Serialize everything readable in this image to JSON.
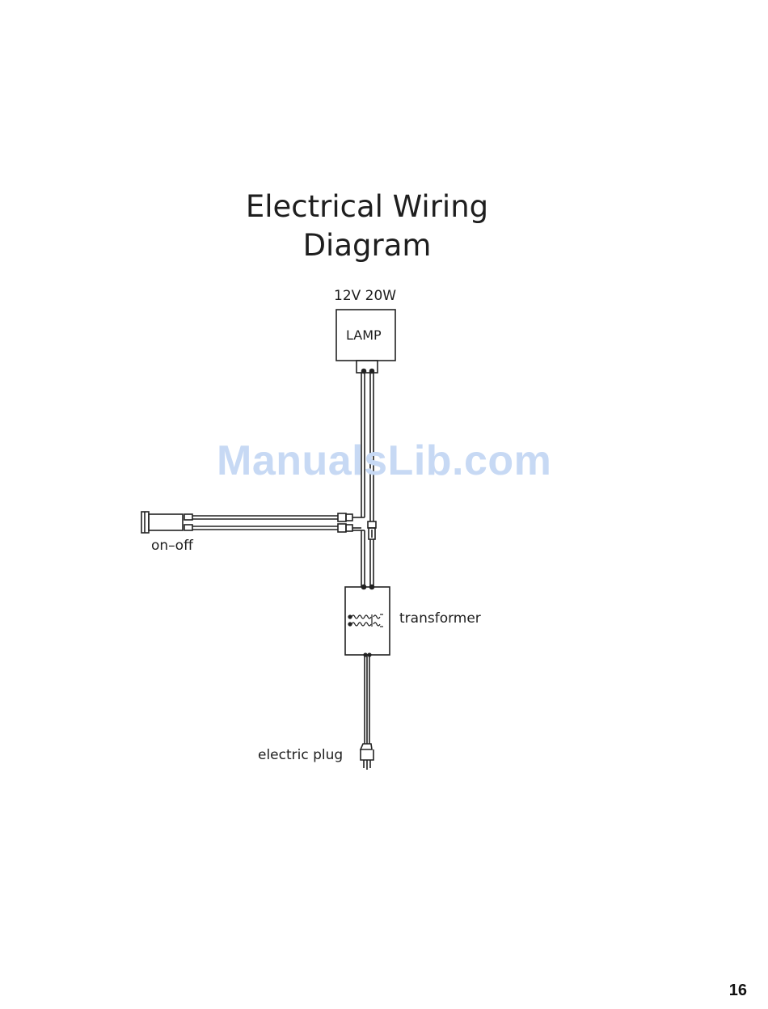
{
  "title": {
    "line1": "Electrical Wiring",
    "line2": "Diagram"
  },
  "components": {
    "lamp_rating": "12V 20W",
    "lamp_label": "LAMP",
    "switch_label": "on–off",
    "transformer_label": "transformer",
    "plug_label": "electric plug"
  },
  "watermark": "ManualsLib.com",
  "page_number": "16"
}
